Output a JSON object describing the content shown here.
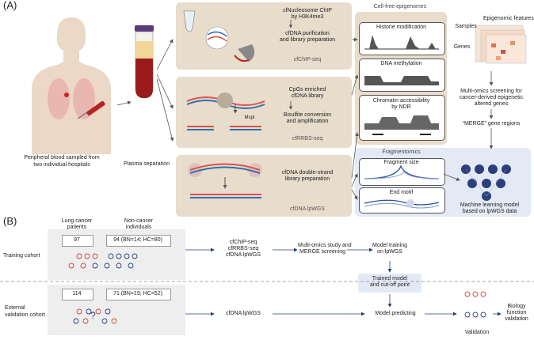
{
  "panelA": {
    "label": "(A)",
    "patient_caption_1": "Peripheral blood sampled from",
    "patient_caption_2": "two individual hospitals",
    "plasma_caption": "Plasma separation",
    "chip": {
      "line1": "cfNucleosome ChIP",
      "line2": "by H3K4me3",
      "line3": "cfDNA purification",
      "line4": "and library preparation",
      "method": "cfChIP-seq"
    },
    "rrbs": {
      "line1": "CpGs enriched",
      "line2": "cfDNA library",
      "line3": "Bisulfite conversion",
      "line4": "and amplification",
      "method": "cfRRBS-seq",
      "enzyme": "MspI"
    },
    "wgs": {
      "line1": "cfDNA double-strand",
      "line2": "library preparation",
      "method": "cfDNA lpWGS"
    },
    "epigenomes_title": "Cell-free epigenomes",
    "histone": "Histone modification",
    "methylation": "DNA methylation",
    "chromatin_1": "Chromatin accessibility",
    "chromatin_2": "by NDR",
    "fragmentomics_title": "Fragmentomics",
    "fragment_size": "Fragment size",
    "end_motif": "End motif",
    "matrix": {
      "features": "Epigenomic features",
      "samples": "Samples",
      "genes": "Genes"
    },
    "screening_1": "Multi-omics screening for",
    "screening_2": "cancer-derived epigenetic",
    "screening_3": "altered genes",
    "merge": "“MERGE” gene regions",
    "ml_1": "Machine learning model",
    "ml_2": "based on lpWGS data"
  },
  "panelB": {
    "label": "(B)",
    "col1_1": "Lung cancer",
    "col1_2": "patients",
    "col2_1": "Non-cancer",
    "col2_2": "individuals",
    "training_label": "Training cohort",
    "train_n_cancer": "97",
    "train_n_control": "94 (BN=14; HC=80)",
    "train_methods_1": "cfChIP-seq",
    "train_methods_2": "cfRRBS-seq",
    "train_methods_3": "cfDNA lpWGS",
    "multiomics_1": "Multi-omics study and",
    "multiomics_2": "MERGE screening",
    "model_training_1": "Model training",
    "model_training_2": "on lpWGS",
    "trained_1": "Trained model",
    "trained_2": "and cut-off point",
    "external_label_1": "External",
    "external_label_2": "validation cohort",
    "val_n_cancer": "114",
    "val_n_control": "71 (BN=19; HC=52)",
    "val_method": "cfDNA lpWGS",
    "predicting": "Model predicting",
    "validation": "Validation",
    "biology_1": "Biology",
    "biology_2": "function",
    "biology_3": "validation"
  },
  "colors": {
    "tan": "#e8dccb",
    "blue_panel": "#e3e9f5",
    "strand_red": "#d9534f",
    "strand_blue": "#2f6fb3",
    "blood": "#9b1b1b",
    "arrow": "#2b3f7a"
  }
}
